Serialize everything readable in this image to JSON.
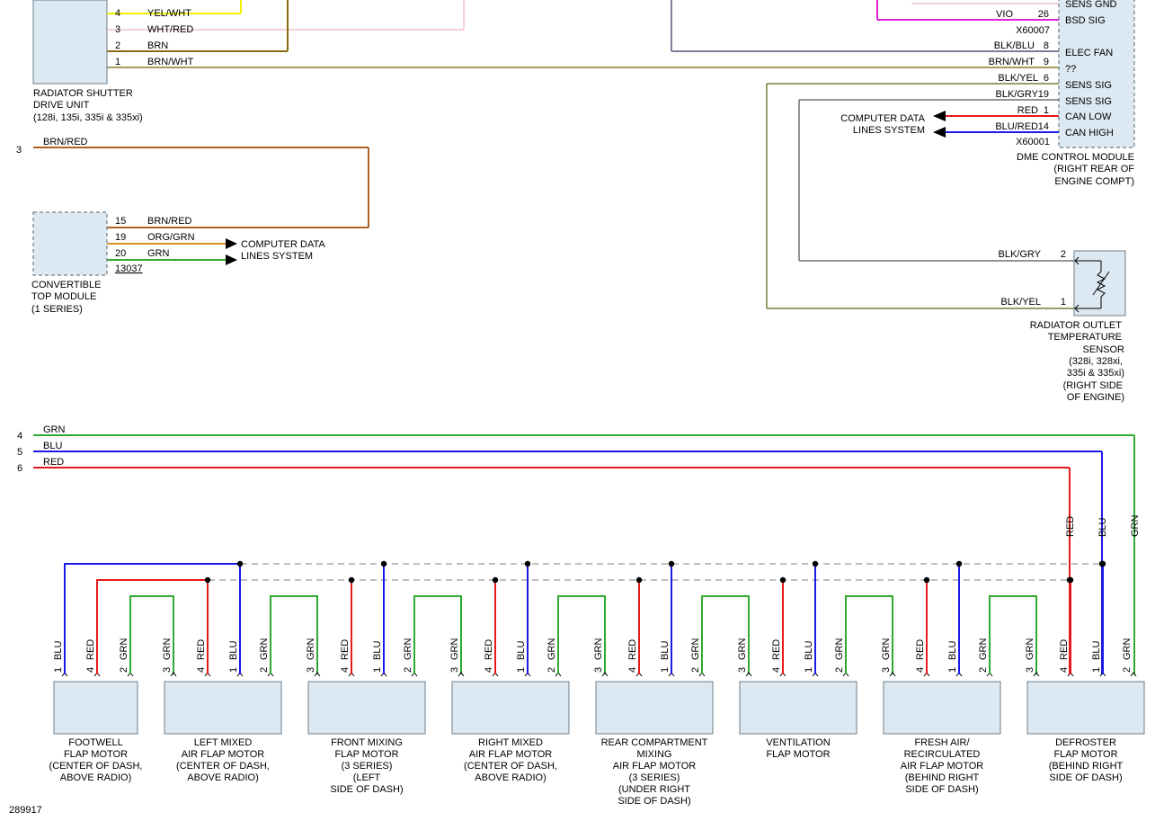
{
  "diagram_id": "289917",
  "radiator_shutter": {
    "name_lines": [
      "RADIATOR SHUTTER",
      "DRIVE UNIT",
      "(128i, 135i, 335i & 335xi)"
    ],
    "pins": [
      {
        "pin": "4",
        "wire": "YEL/WHT"
      },
      {
        "pin": "3",
        "wire": "WHT/RED"
      },
      {
        "pin": "2",
        "wire": "BRN"
      },
      {
        "pin": "1",
        "wire": "BRN/WHT"
      }
    ]
  },
  "dme": {
    "name_lines": [
      "DME CONTROL MODULE",
      "(RIGHT REAR OF",
      "ENGINE COMPT)"
    ],
    "top_label": "SENS GND",
    "connectors": [
      "X60007",
      "X60001"
    ],
    "pins": [
      {
        "pin": "26",
        "wire": "VIO",
        "func": "BSD SIG"
      },
      {
        "pin": "8",
        "wire": "BLK/BLU",
        "func": "ELEC FAN"
      },
      {
        "pin": "9",
        "wire": "BRN/WHT",
        "func": "??"
      },
      {
        "pin": "6",
        "wire": "BLK/YEL",
        "func": "SENS SIG"
      },
      {
        "pin": "19",
        "wire": "BLK/GRY",
        "func": "SENS SIG"
      },
      {
        "pin": "1",
        "wire": "RED",
        "func": "CAN LOW"
      },
      {
        "pin": "14",
        "wire": "BLU/RED",
        "func": "CAN HIGH"
      }
    ],
    "cdl_label": [
      "COMPUTER DATA",
      "LINES SYSTEM"
    ]
  },
  "convertible": {
    "name_lines": [
      "CONVERTIBLE",
      "TOP MODULE",
      "(1 SERIES)"
    ],
    "connector": "13037",
    "feed_pin": "3",
    "feed_wire": "BRN/RED",
    "pins": [
      {
        "pin": "15",
        "wire": "BRN/RED"
      },
      {
        "pin": "19",
        "wire": "ORG/GRN"
      },
      {
        "pin": "20",
        "wire": "GRN"
      }
    ],
    "cdl_label": [
      "COMPUTER DATA",
      "LINES SYSTEM"
    ]
  },
  "temp_sensor": {
    "name_lines": [
      "RADIATOR OUTLET",
      "TEMPERATURE",
      "SENSOR",
      "(328i, 328xi,",
      "335i & 335xi)",
      "(RIGHT SIDE",
      "OF ENGINE)"
    ],
    "pins": [
      {
        "pin": "2",
        "wire": "BLK/GRY"
      },
      {
        "pin": "1",
        "wire": "BLK/YEL"
      }
    ]
  },
  "bus": [
    {
      "pin": "4",
      "wire": "GRN"
    },
    {
      "pin": "5",
      "wire": "BLU"
    },
    {
      "pin": "6",
      "wire": "RED"
    }
  ],
  "right_drop_labels": [
    "RED",
    "BLU",
    "GRN"
  ],
  "motors": [
    {
      "name_lines": [
        "FOOTWELL",
        "FLAP MOTOR",
        "(CENTER OF DASH,",
        "ABOVE RADIO)"
      ],
      "pins": [
        {
          "pin": "1",
          "wire": "BLU"
        },
        {
          "pin": "4",
          "wire": "RED"
        },
        {
          "pin": "2",
          "wire": "GRN"
        }
      ]
    },
    {
      "name_lines": [
        "LEFT MIXED",
        "AIR FLAP MOTOR",
        "(CENTER OF DASH,",
        "ABOVE RADIO)"
      ],
      "pins": [
        {
          "pin": "3",
          "wire": "GRN"
        },
        {
          "pin": "4",
          "wire": "RED"
        },
        {
          "pin": "1",
          "wire": "BLU"
        },
        {
          "pin": "2",
          "wire": "GRN"
        }
      ]
    },
    {
      "name_lines": [
        "FRONT MIXING",
        "FLAP MOTOR",
        "(3 SERIES)",
        "(LEFT",
        "SIDE OF DASH)"
      ],
      "pins": [
        {
          "pin": "3",
          "wire": "GRN"
        },
        {
          "pin": "4",
          "wire": "RED"
        },
        {
          "pin": "1",
          "wire": "BLU"
        },
        {
          "pin": "2",
          "wire": "GRN"
        }
      ]
    },
    {
      "name_lines": [
        "RIGHT MIXED",
        "AIR FLAP MOTOR",
        "(CENTER OF DASH,",
        "ABOVE RADIO)"
      ],
      "pins": [
        {
          "pin": "3",
          "wire": "GRN"
        },
        {
          "pin": "4",
          "wire": "RED"
        },
        {
          "pin": "1",
          "wire": "BLU"
        },
        {
          "pin": "2",
          "wire": "GRN"
        }
      ]
    },
    {
      "name_lines": [
        "REAR COMPARTMENT",
        "MIXING",
        "AIR FLAP MOTOR",
        "(3 SERIES)",
        "(UNDER RIGHT",
        "SIDE OF DASH)"
      ],
      "pins": [
        {
          "pin": "3",
          "wire": "GRN"
        },
        {
          "pin": "4",
          "wire": "RED"
        },
        {
          "pin": "1",
          "wire": "BLU"
        },
        {
          "pin": "2",
          "wire": "GRN"
        }
      ]
    },
    {
      "name_lines": [
        "VENTILATION",
        "FLAP MOTOR"
      ],
      "pins": [
        {
          "pin": "3",
          "wire": "GRN"
        },
        {
          "pin": "4",
          "wire": "RED"
        },
        {
          "pin": "1",
          "wire": "BLU"
        },
        {
          "pin": "2",
          "wire": "GRN"
        }
      ]
    },
    {
      "name_lines": [
        "FRESH AIR/",
        "RECIRCULATED",
        "AIR FLAP MOTOR",
        "(BEHIND RIGHT",
        "SIDE OF DASH)"
      ],
      "pins": [
        {
          "pin": "3",
          "wire": "GRN"
        },
        {
          "pin": "4",
          "wire": "RED"
        },
        {
          "pin": "1",
          "wire": "BLU"
        },
        {
          "pin": "2",
          "wire": "GRN"
        }
      ]
    },
    {
      "name_lines": [
        "DEFROSTER",
        "FLAP MOTOR",
        "(BEHIND RIGHT",
        "SIDE OF DASH)"
      ],
      "pins": [
        {
          "pin": "3",
          "wire": "GRN"
        },
        {
          "pin": "4",
          "wire": "RED"
        },
        {
          "pin": "1",
          "wire": "BLU"
        },
        {
          "pin": "2",
          "wire": "GRN"
        }
      ]
    }
  ],
  "colors": {
    "GRN": "#2eaa2e",
    "BLU": "#1a1ae6",
    "RED": "#e61a1a",
    "YEL": "#f0f000",
    "BRN": "#8a6a10",
    "BRN_WHT": "#8a7a30",
    "BRN_RED": "#b06020",
    "ORG_GRN": "#d89020",
    "VIO": "#e020e0",
    "BLK_BLU": "#50507a",
    "BLK_GRY": "#707070",
    "BLK_YEL": "#7a7a3a",
    "PINK": "#e8a0b0"
  }
}
